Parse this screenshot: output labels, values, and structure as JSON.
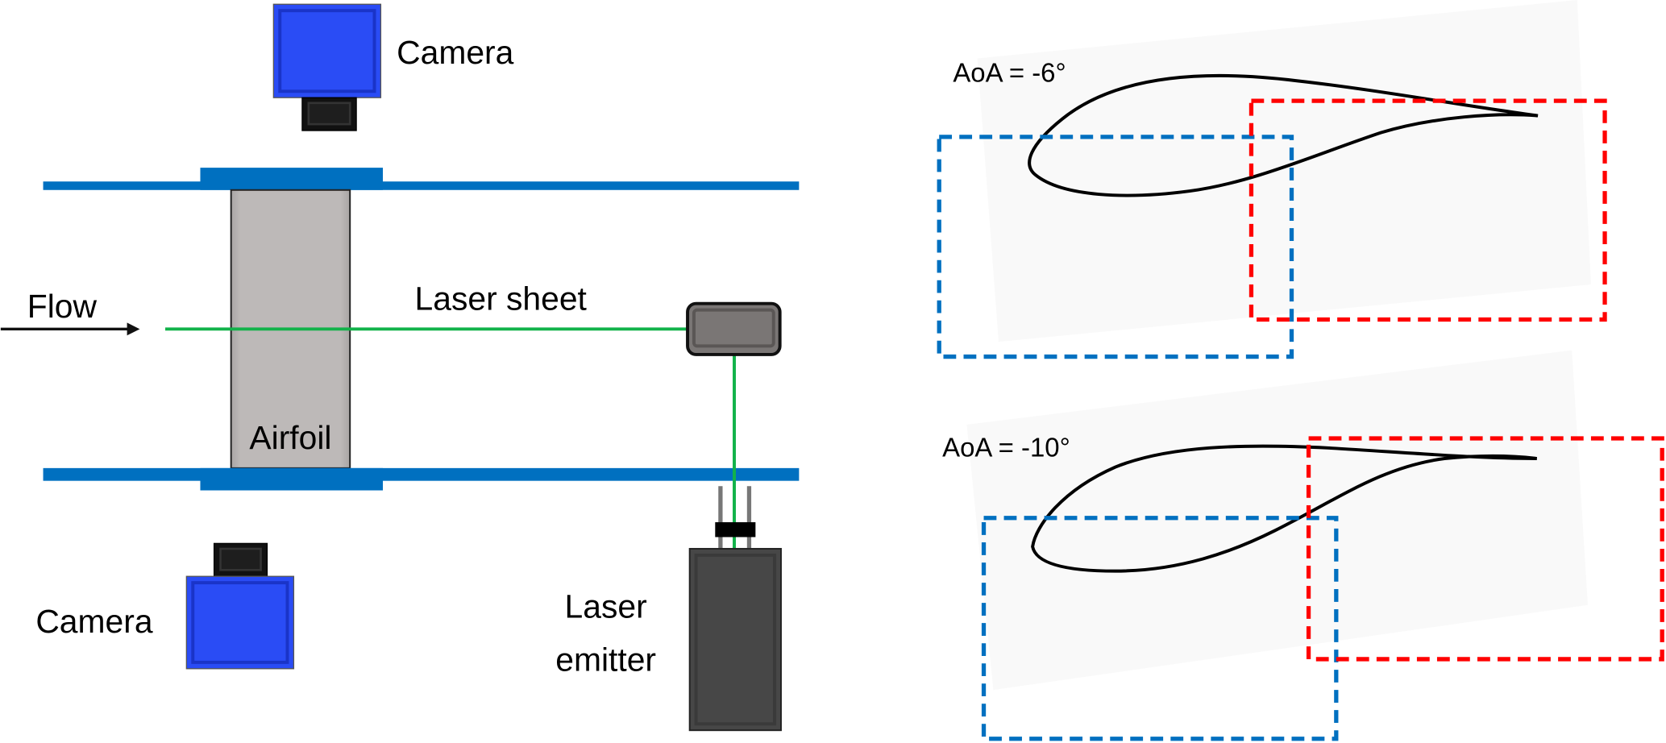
{
  "left_panel": {
    "labels": {
      "camera_top": "Camera",
      "camera_bottom": "Camera",
      "flow": "Flow",
      "laser_sheet": "Laser sheet",
      "airfoil": "Airfoil",
      "laser_emitter_line1": "Laser",
      "laser_emitter_line2": "emitter"
    },
    "colors": {
      "wall": "#0070c0",
      "camera_body": "#2a4cf5",
      "laser_beam": "#12b24a",
      "airfoil": "#bdb9b8",
      "mirror": "#7a7675",
      "emitter": "#474747"
    }
  },
  "right_panel": {
    "cases": [
      {
        "label": "AoA = -6°",
        "aoa_deg": -6
      },
      {
        "label": "AoA = -10°",
        "aoa_deg": -10
      }
    ],
    "colors": {
      "upstream_fov": "#0070c0",
      "downstream_fov": "#ff0000",
      "airfoil_outline": "#000000"
    }
  }
}
